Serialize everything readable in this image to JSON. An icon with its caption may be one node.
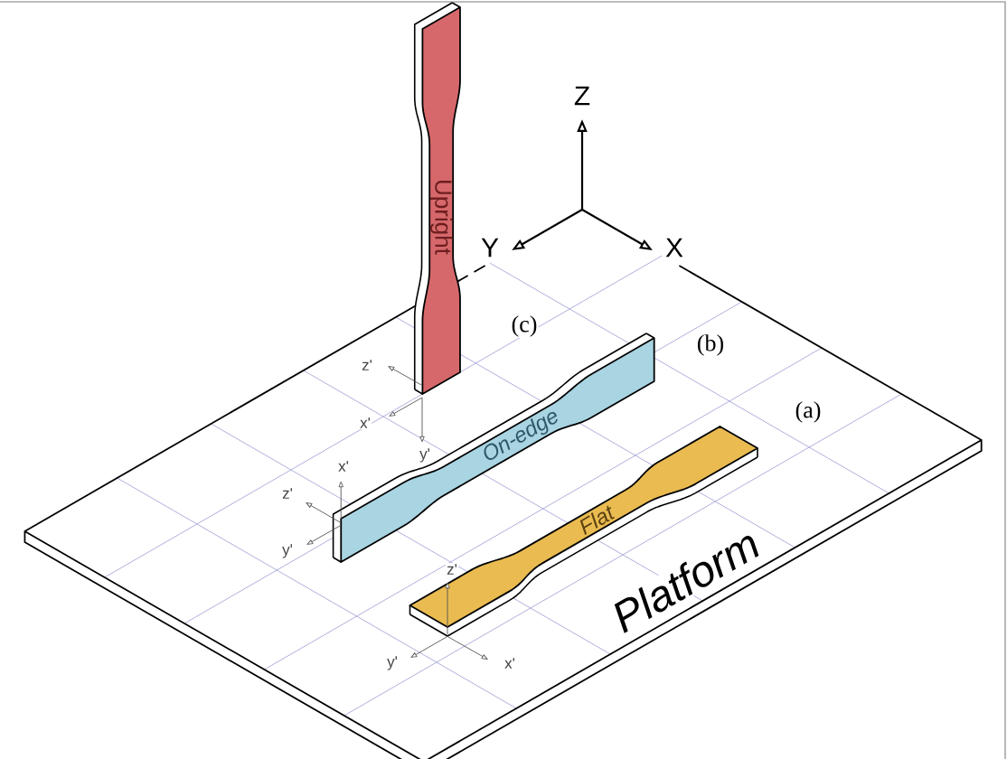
{
  "diagram": {
    "nodes": [
      {
        "text": [
          "Platform"
        ]
      },
      {
        "text": [
          "Upright"
        ]
      },
      {
        "text": [
          "On-edge"
        ],
        "in": 0
      },
      {
        "text": [
          "Flat"
        ],
        "in": 0
      }
    ],
    "labels": [
      "Z",
      "Y",
      "X",
      "(c)",
      "(b)",
      "z'",
      "(a)",
      "x'",
      "y'",
      "x'",
      "z'",
      "y'",
      "z'",
      "y'",
      "x'"
    ]
  }
}
